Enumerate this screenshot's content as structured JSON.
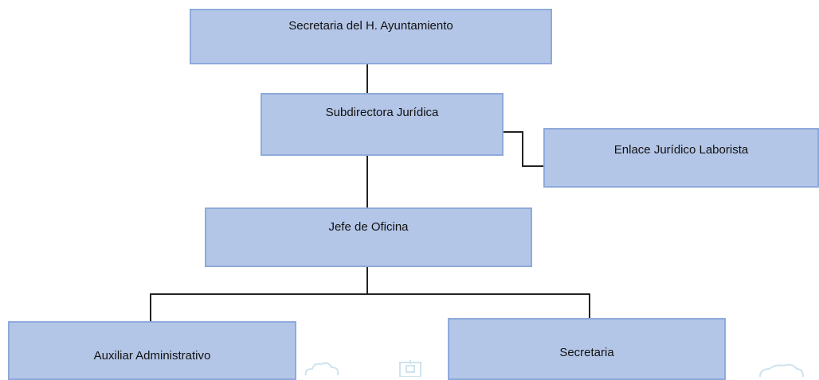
{
  "org_chart": {
    "nodes": {
      "secretaria_ayuntamiento": "Secretaria del H. Ayuntamiento",
      "subdirectora_juridica": "Subdirectora Jurídica",
      "enlace_juridico_laborista": "Enlace Jurídico Laborista",
      "jefe_oficina": "Jefe de Oficina",
      "auxiliar_administrativo": "Auxiliar Administrativo",
      "secretaria": "Secretaria"
    }
  },
  "colors": {
    "box_fill": "#b4c6e7",
    "box_border": "#8eaadb",
    "connector": "#222222",
    "watermark": "#cfe3ee"
  }
}
